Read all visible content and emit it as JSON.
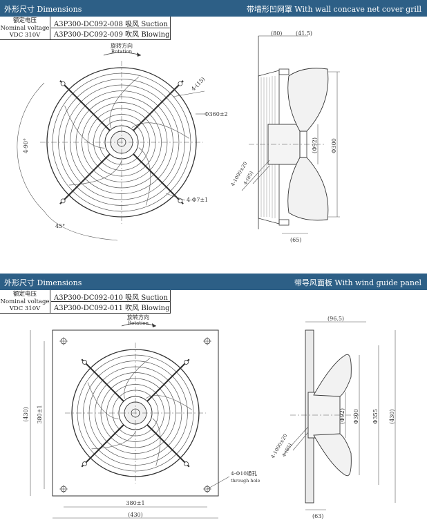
{
  "panels": [
    {
      "header_left": "外形尺寸 Dimensions",
      "header_right": "带墙形凹网罩 With wall concave net cover grill",
      "voltage_label": [
        "额定电压",
        "Nominal voltage",
        "VDC 310V"
      ],
      "models": [
        "A3P300-DC092-008 吸风 Suction",
        "A3P300-DC092-009 吹风 Blowing"
      ],
      "rotation": [
        "旋转方向",
        "Rotation"
      ],
      "front_labels": {
        "holes_top": "4-(15)",
        "diameter": "Φ360±2",
        "holes_bottom": "4-Φ7±1",
        "angle_left": "4-90°",
        "angle_bottom": "45°"
      },
      "side_labels": {
        "top_dims": [
          "(80)",
          "(41.5)"
        ],
        "cable": [
          "4-1000±20",
          "4-(85)"
        ],
        "hub": "(Φ92)",
        "blade": "Φ300",
        "bottom": "(65)"
      }
    },
    {
      "header_left": "外形尺寸 Dimensions",
      "header_right": "带导风面板 With wind guide panel",
      "voltage_label": [
        "额定电压",
        "Nominal voltage",
        "VDC 310V"
      ],
      "models": [
        "A3P300-DC092-010 吸风 Suction",
        "A3P300-DC092-011 吹风 Blowing"
      ],
      "rotation": [
        "旋转方向",
        "Rotation"
      ],
      "front_labels": {
        "left_outer": "(430)",
        "left_inner": "380±1",
        "bottom_inner": "380±1",
        "bottom_outer": "(430)",
        "holes": [
          "4-Φ10通孔",
          "through hole"
        ]
      },
      "side_labels": {
        "top_dim": "(96.5)",
        "cable": [
          "4-1000±20",
          "4-(85)"
        ],
        "hub": "(Φ92)",
        "blade": "Φ300",
        "panel_inner": "Φ355",
        "panel_outer": "(430)",
        "bottom": "(63)"
      }
    }
  ]
}
